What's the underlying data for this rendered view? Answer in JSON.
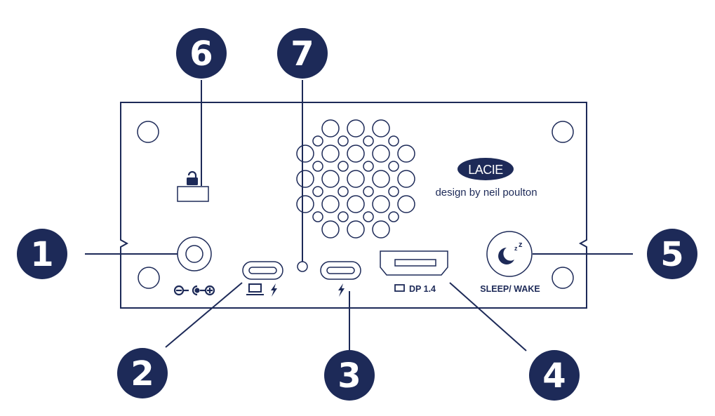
{
  "title": "LaCie drive rear panel diagram",
  "brand": {
    "logo": "LACIE",
    "tagline": "design by neil poulton"
  },
  "port_labels": {
    "displayport": "DP 1.4",
    "sleep_wake": "SLEEP/ WAKE"
  },
  "callouts": [
    {
      "number": "1",
      "name": "power-input"
    },
    {
      "number": "2",
      "name": "usb-c-host-thunderbolt-port"
    },
    {
      "number": "3",
      "name": "thunderbolt-port"
    },
    {
      "number": "4",
      "name": "displayport-output"
    },
    {
      "number": "5",
      "name": "sleep-wake-button"
    },
    {
      "number": "6",
      "name": "security-lock-slot"
    },
    {
      "number": "7",
      "name": "status-led"
    }
  ],
  "icons": [
    "power-polarity-icon",
    "laptop-icon",
    "thunderbolt-icon",
    "lock-icon",
    "moon-icon",
    "display-icon"
  ],
  "colors": {
    "navy": "#1d2a58",
    "stroke": "#1d2a58",
    "background": "#ffffff"
  }
}
